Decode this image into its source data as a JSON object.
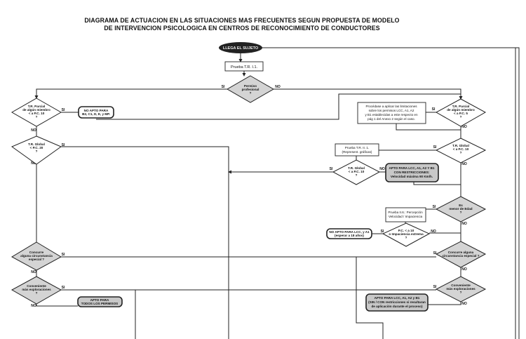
{
  "title": {
    "line1": "DIAGRAMA DE ACTUACION EN LAS SITUACIONES MAS FRECUENTES SEGUN PROPUESTA DE MODELO",
    "line2": "DE INTERVENCION PSICOLOGICA EN CENTROS DE RECONOCIMIENTO DE CONDUCTORES"
  },
  "labels": {
    "si": "SI",
    "no": "NO"
  },
  "start": "LLEGA EL SUJETO",
  "test1": "Prueba T.R. I.1.",
  "d_permiso": [
    "Permiso",
    "profesional",
    "?"
  ],
  "d_parcial10": [
    "T.R. Parcial",
    "de algún miembro",
    "< a P.C. 10",
    "?"
  ],
  "r_noapto_b2": [
    "NO APTO PARA",
    "B2, C1, D, E, y MP."
  ],
  "d_global20": [
    "T.R. Global",
    "< P.C. 20",
    "?"
  ],
  "d_parcial5": [
    "T.R. Parcial",
    "de algún miembro",
    "< a P.C. 5",
    "?"
  ],
  "box_limit": [
    "Procédase a aplicar las limitaciones",
    "sobre los permisos LCC, A1, A2",
    "y B1 establecidas a este respecto en",
    "pág 1 del Anexo 2 según el caso."
  ],
  "d_global10": [
    "T.R. Global",
    "< a P.C. 10",
    "?"
  ],
  "test2": [
    "Prueba T.R. II. 1.",
    "(Represent. gráficas)"
  ],
  "d_global10b": [
    "T.R. Global",
    "< a P.C. 10",
    "?"
  ],
  "r_apto_restr": [
    "APTO PARA LCC, A1, A2 Y B1",
    "CON RESTRICCIONES:",
    "Velocidad máxima 90 Km/h."
  ],
  "d_menor": [
    "Es",
    "menor de Edad",
    "?"
  ],
  "test3": [
    "Prueba II.6.: Percepción",
    "Velocidad / Impaciencia"
  ],
  "d_impaciencia": [
    "P.C. < a 10",
    "o Impaciencia extrema",
    "?"
  ],
  "r_noapto_lcc": [
    "NO APTO PARA LCC, y A1",
    "(esperar a 18 años)"
  ],
  "d_concurre_r": [
    "Concurre alguna",
    "circunstancia especial ?"
  ],
  "d_concurre_l": [
    "Concurre",
    "alguna circunstancia",
    "especial ?"
  ],
  "d_conv_r": [
    "Conveniente",
    "más exploraciones",
    "?"
  ],
  "d_conv_l": [
    "Conveniente",
    "más exploraciones",
    "?"
  ],
  "r_apto_todos": [
    "APTO PARA",
    "TODOS LOS PERMISOS"
  ],
  "r_apto_final": [
    "APTO PARA LCC, A1, A2 y B1",
    "(SIN / CON restricciones si resultaran",
    "de aplicación durante el proceso)"
  ]
}
